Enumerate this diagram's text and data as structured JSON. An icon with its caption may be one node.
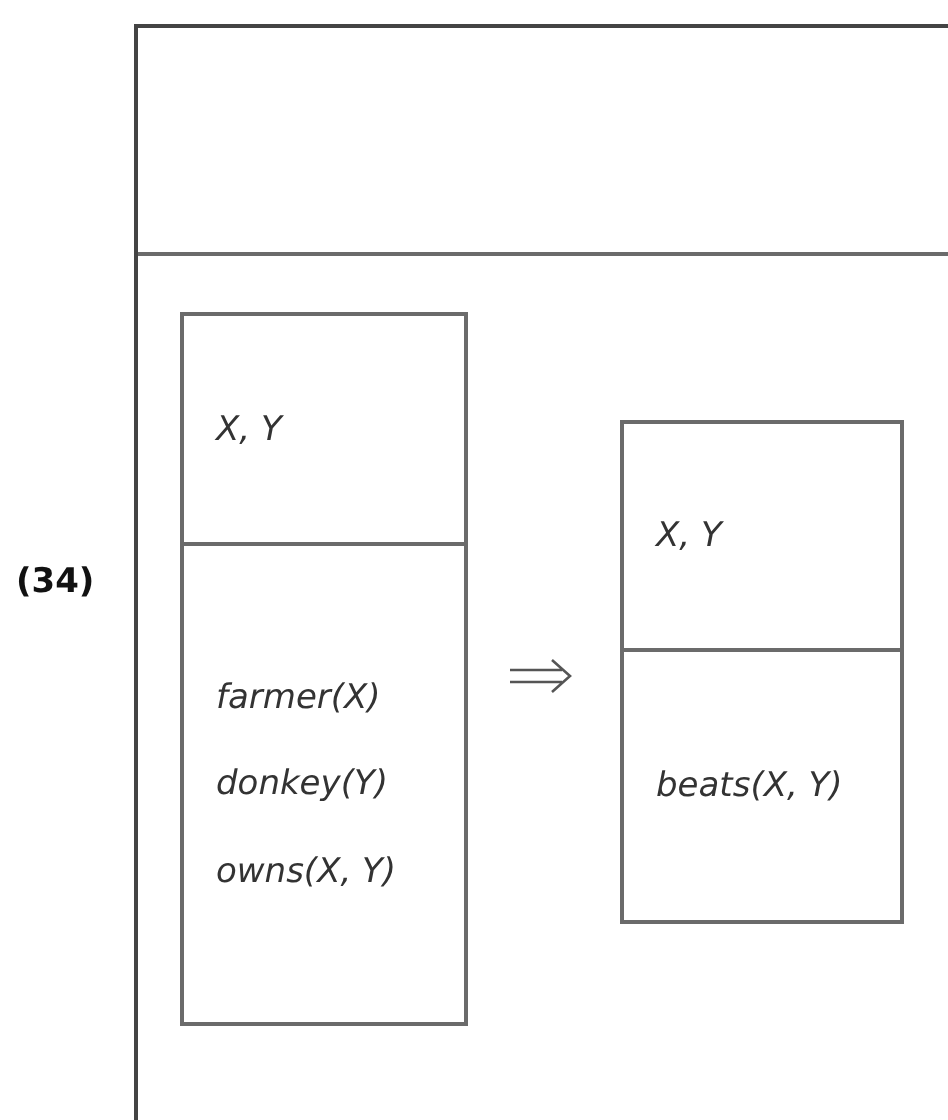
{
  "diagram": {
    "nodes": [
      {
        "text": [],
        "shape": "box"
      },
      {
        "text": [
          "X, Y",
          "farmer(X)",
          "donkey(Y)",
          "owns(X, Y)"
        ],
        "in": 0
      },
      {
        "text": [
          "X, Y",
          "beats(X, Y)"
        ],
        "in": 0
      }
    ],
    "edges": [
      {
        "from": 1,
        "to": 2,
        "arrow": "to"
      }
    ],
    "labels": [
      "(34)"
    ]
  }
}
